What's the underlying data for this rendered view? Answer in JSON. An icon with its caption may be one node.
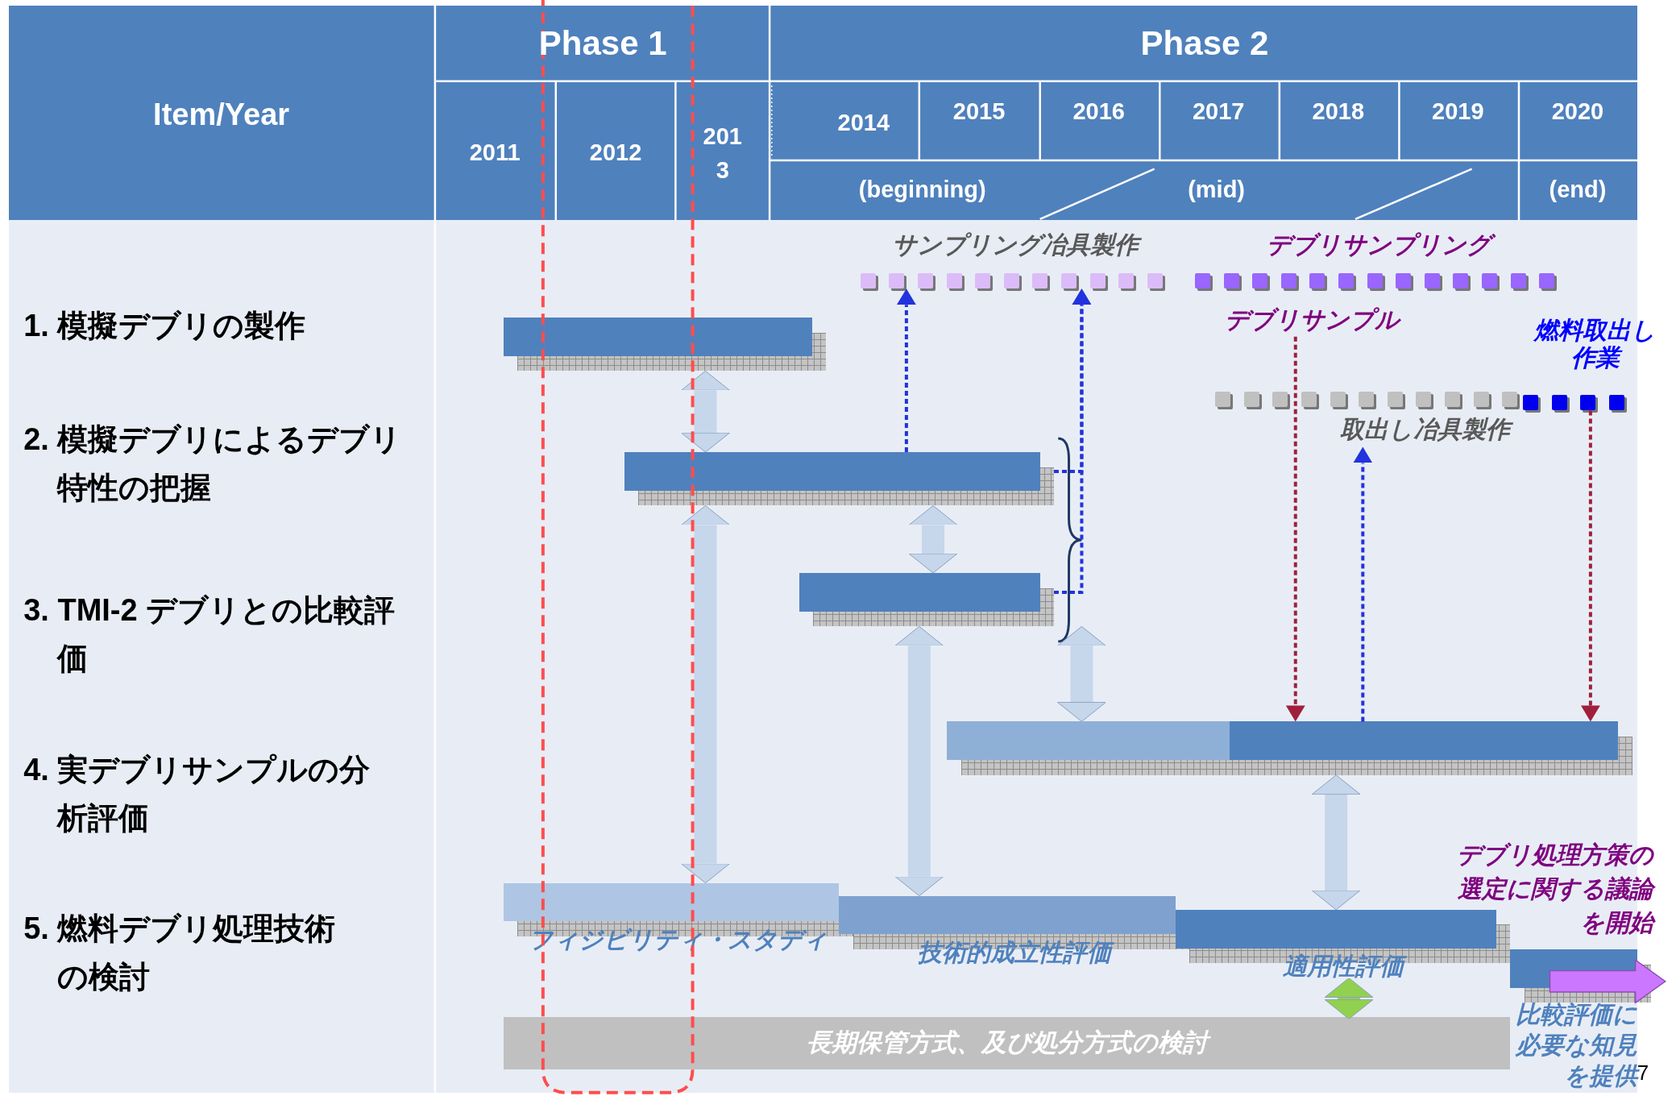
{
  "diagram": {
    "nodes": [
      {
        "text": [],
        "shape": "bar"
      },
      {
        "text": [],
        "shape": "bar"
      },
      {
        "text": [],
        "shape": "bar"
      },
      {
        "text": [],
        "shape": "bar"
      },
      {
        "text": [],
        "shape": "bar",
        "beside": [
          "フィジビリティ・スタディ"
        ]
      },
      {
        "text": [],
        "shape": "bar",
        "beside": [
          "技術的成立性評価"
        ]
      },
      {
        "text": [],
        "shape": "bar",
        "beside": [
          "適用性評価"
        ]
      },
      {
        "text": [],
        "shape": "bar"
      },
      {
        "text": [
          "長期保管方式、及び処分方式の検討"
        ]
      },
      {
        "text": [
          "サンプリング冶具製作"
        ]
      },
      {
        "text": [
          "デブリサンプリング"
        ]
      },
      {
        "text": [
          "デブリサンプル"
        ]
      },
      {
        "text": [
          "燃料取出し作業"
        ]
      },
      {
        "text": [
          "取出し冶具製作"
        ]
      }
    ],
    "edges": [
      {
        "from": 0,
        "to": 1,
        "arrow": "both"
      },
      {
        "from": 1,
        "to": 4,
        "arrow": "both"
      },
      {
        "from": 1,
        "to": 2,
        "arrow": "both"
      },
      {
        "from": 2,
        "to": 5,
        "arrow": "both"
      },
      {
        "from": 2,
        "to": 3,
        "arrow": "both"
      },
      {
        "from": 3,
        "to": 6,
        "arrow": "both"
      },
      {
        "from": 6,
        "to": 8,
        "arrow": "both",
        "color": "#92d050"
      },
      {
        "from": 1,
        "to": 9,
        "arrow": "to",
        "style": "dashed",
        "color": "#2233dd"
      },
      {
        "from": 1,
        "to": 9,
        "arrow": "to",
        "style": "dashed",
        "color": "#2233dd"
      },
      {
        "from": 2,
        "to": 9,
        "arrow": "to",
        "style": "dashed",
        "color": "#2233dd"
      },
      {
        "from": 11,
        "to": 3,
        "arrow": "to",
        "style": "dashed",
        "color": "#a0203c"
      },
      {
        "from": 12,
        "to": 3,
        "arrow": "to",
        "style": "dashed",
        "color": "#a0203c"
      },
      {
        "from": 3,
        "to": 13,
        "arrow": "to",
        "style": "dashed",
        "color": "#2233dd"
      }
    ],
    "labels": [
      "Item/Year",
      "Phase 1",
      "Phase 2",
      "2011",
      "2012",
      "2013",
      "2014",
      "2015",
      "2016",
      "2017",
      "2018",
      "2019",
      "2020",
      "(beginning)",
      "(mid)",
      "(end)",
      "1. 模擬デブリの製作",
      "2. 模擬デブリによるデブリ特性の把握",
      "3. TMI-2 デブリとの比較評価",
      "4. 実デブリサンプルの分析評価",
      "5. 燃料デブリ処理技術の検討",
      "デブリ処理方策の選定に関する議論を開始",
      "比較評価に必要な知見を提供",
      "7"
    ]
  }
}
